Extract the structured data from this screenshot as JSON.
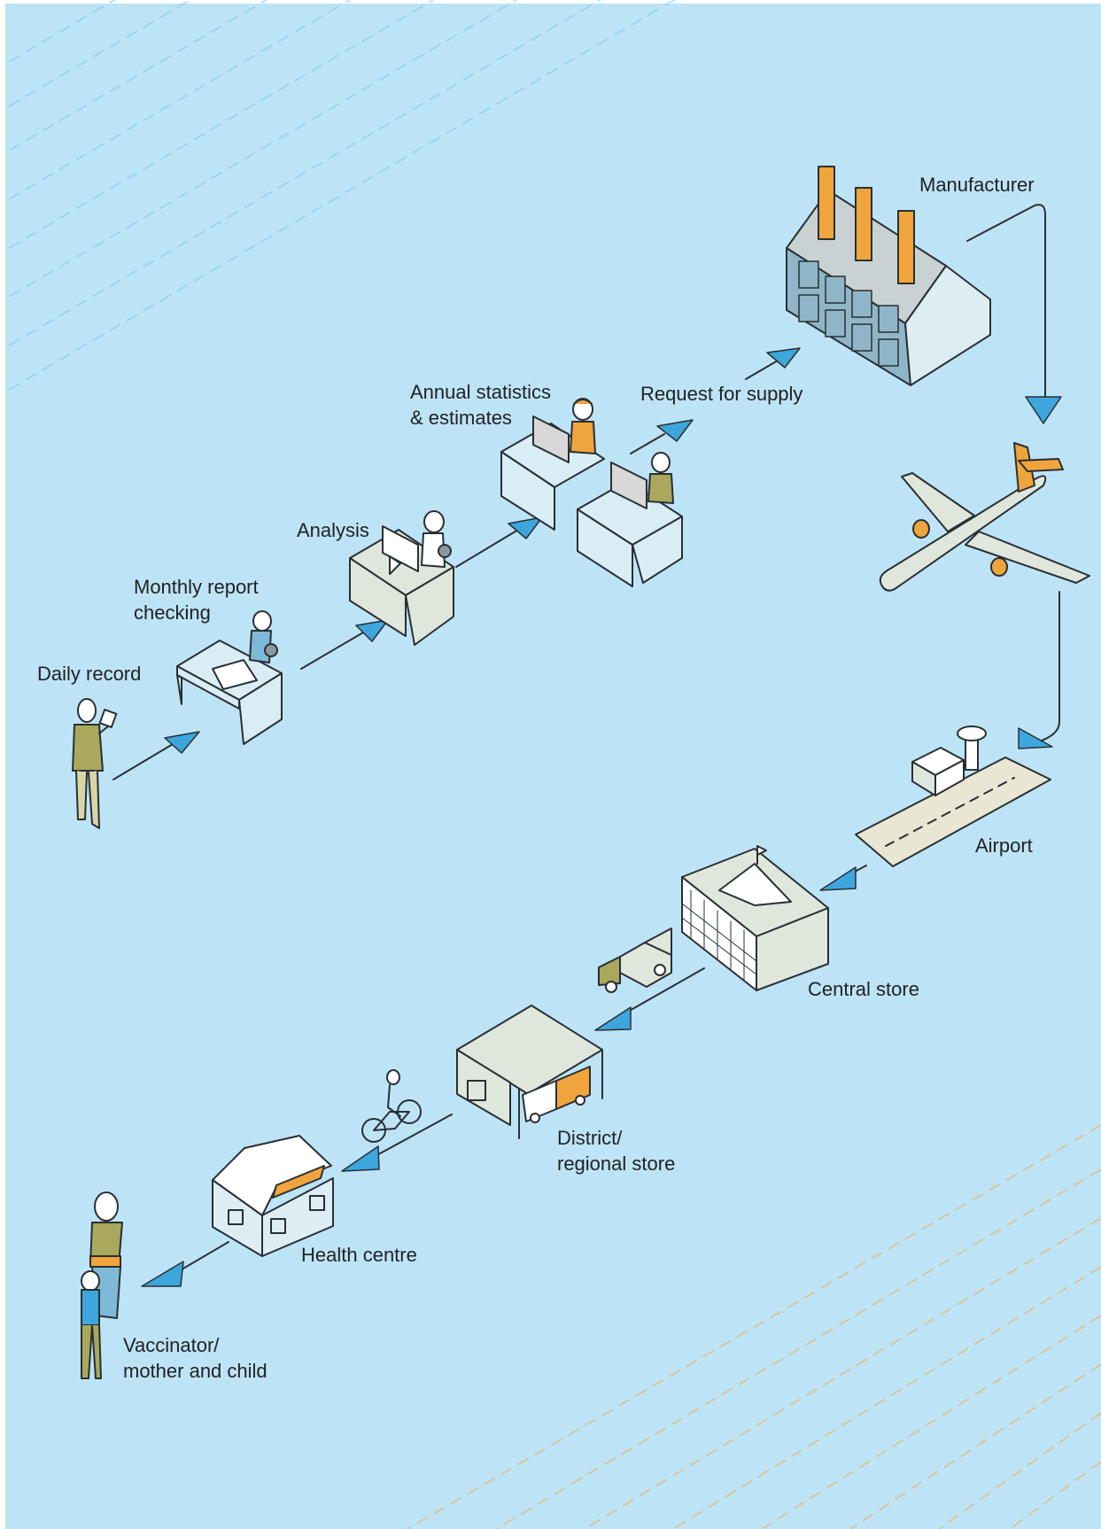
{
  "colors": {
    "background": "#bde4f6",
    "arrow": "#3da6dc",
    "orange": "#f0a43c",
    "olive": "#a9a85c",
    "desk_light": "#d8eef4",
    "building_wall": "#dfe6dc",
    "factory_blue": "#8fb6c8"
  },
  "stages": [
    {
      "key": "daily_record",
      "label_lines": [
        "Daily record"
      ],
      "icon": "person-holding-clipboard-icon"
    },
    {
      "key": "monthly_report",
      "label_lines": [
        "Monthly report",
        "checking"
      ],
      "icon": "person-at-desk-icon"
    },
    {
      "key": "analysis",
      "label_lines": [
        "Analysis"
      ],
      "icon": "person-at-computer-icon"
    },
    {
      "key": "annual_statistics",
      "label_lines": [
        "Annual statistics",
        "& estimates"
      ],
      "icon": "two-people-at-computers-icon"
    },
    {
      "key": "request_for_supply",
      "label_lines": [
        "Request for supply"
      ],
      "icon": ""
    },
    {
      "key": "manufacturer",
      "label_lines": [
        "Manufacturer"
      ],
      "icon": "factory-icon"
    },
    {
      "key": "airplane",
      "label_lines": [],
      "icon": "airplane-icon"
    },
    {
      "key": "airport",
      "label_lines": [
        "Airport"
      ],
      "icon": "airport-runway-icon"
    },
    {
      "key": "central_store",
      "label_lines": [
        "Central store"
      ],
      "icon": "warehouse-building-icon"
    },
    {
      "key": "district_store",
      "label_lines": [
        "District/",
        "regional store"
      ],
      "icon": "district-store-icon"
    },
    {
      "key": "health_centre",
      "label_lines": [
        "Health centre"
      ],
      "icon": "health-centre-house-icon"
    },
    {
      "key": "vaccinator",
      "label_lines": [
        "Vaccinator/",
        "mother and child"
      ],
      "icon": "mother-and-child-icon"
    }
  ],
  "transport_icons": [
    "delivery-truck-icon",
    "bicycle-icon"
  ]
}
